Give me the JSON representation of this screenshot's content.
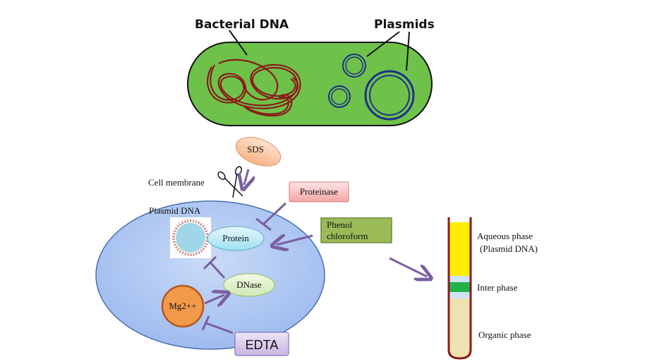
{
  "top_labels": {
    "bacterial_dna": "Bacterial DNA",
    "plasmids": "Plasmids"
  },
  "reagents": {
    "sds": "SDS",
    "proteinase": "Proteinase",
    "phenol_line1": "Phenol",
    "phenol_line2": "chloroform",
    "edta": "EDTA"
  },
  "cell_labels": {
    "cell_membrane": "Cell membrane",
    "plasmid_dna": "Plasmid DNA",
    "protein": "Protein",
    "dnase": "DNase",
    "mg": "Mg2++"
  },
  "tube_labels": {
    "aqueous_line1": "Aqueous phase",
    "aqueous_line2": "(Plasmid DNA)",
    "inter": "Inter phase",
    "organic": "Organic phase"
  },
  "colors": {
    "bacterium_fill": "#6ec24a",
    "bacterial_dna": "#8b1a1a",
    "plasmid": "#1f2f8a",
    "cell_fill": "#b3cdf5",
    "arrow": "#7b5fa0",
    "aqueous": "#ffee00",
    "interphase": "#22b04c",
    "organic": "#f0e2b0",
    "tube_outline": "#8b1a1a"
  }
}
